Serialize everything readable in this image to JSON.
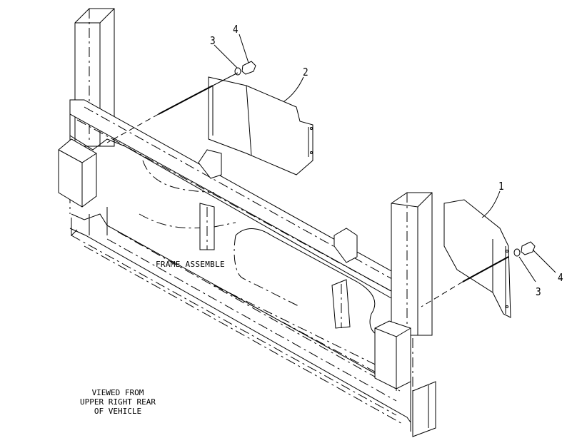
{
  "labels": {
    "callout_1": "1",
    "callout_2": "2",
    "callout_3_upper": "3",
    "callout_4_upper": "4",
    "callout_3_lower": "3",
    "callout_4_lower": "4",
    "frame_assembly": "FRAME ASSEMBLE"
  },
  "view_note": {
    "line1": "VIEWED FROM",
    "line2": "UPPER RIGHT REAR",
    "line3": "OF VEHICLE"
  }
}
